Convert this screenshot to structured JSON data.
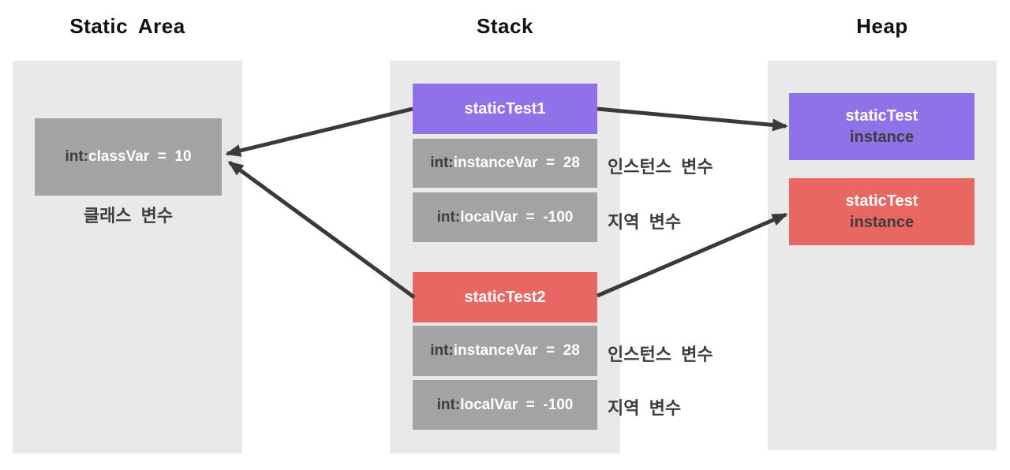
{
  "columns": {
    "static_area": {
      "title": "Static Area"
    },
    "stack": {
      "title": "Stack"
    },
    "heap": {
      "title": "Heap"
    }
  },
  "static_area": {
    "class_var_box": {
      "prefix": "int:",
      "value": "classVar  =  10"
    },
    "caption": "클래스 변수"
  },
  "stack": {
    "frames": [
      {
        "title": "staticTest1",
        "variables": [
          {
            "prefix": "int:",
            "value": "instanceVar  =  28",
            "label": "인스턴스 변수"
          },
          {
            "prefix": "int:",
            "value": "localVar  =  -100",
            "label": "지역 변수"
          }
        ]
      },
      {
        "title": "staticTest2",
        "variables": [
          {
            "prefix": "int:",
            "value": "instanceVar  =  28",
            "label": "인스턴스 변수"
          },
          {
            "prefix": "int:",
            "value": "localVar  =  -100",
            "label": "지역 변수"
          }
        ]
      }
    ]
  },
  "heap": {
    "objects": [
      {
        "line1": "staticTest",
        "line2": "instance"
      },
      {
        "line1": "staticTest",
        "line2": "instance"
      }
    ]
  },
  "connections": [
    {
      "from": "staticTest1",
      "to": "classVar"
    },
    {
      "from": "staticTest2",
      "to": "classVar"
    },
    {
      "from": "staticTest1",
      "to": "heap-purple-instance"
    },
    {
      "from": "staticTest2",
      "to": "heap-red-instance"
    }
  ],
  "colors": {
    "panel": "#e9e9e9",
    "gray_box": "#a3a3a3",
    "purple": "#8f72e8",
    "red": "#e96762",
    "arrow": "#3a3a3a",
    "dark_text": "#3d3d3d",
    "white_text": "#ffffff"
  }
}
